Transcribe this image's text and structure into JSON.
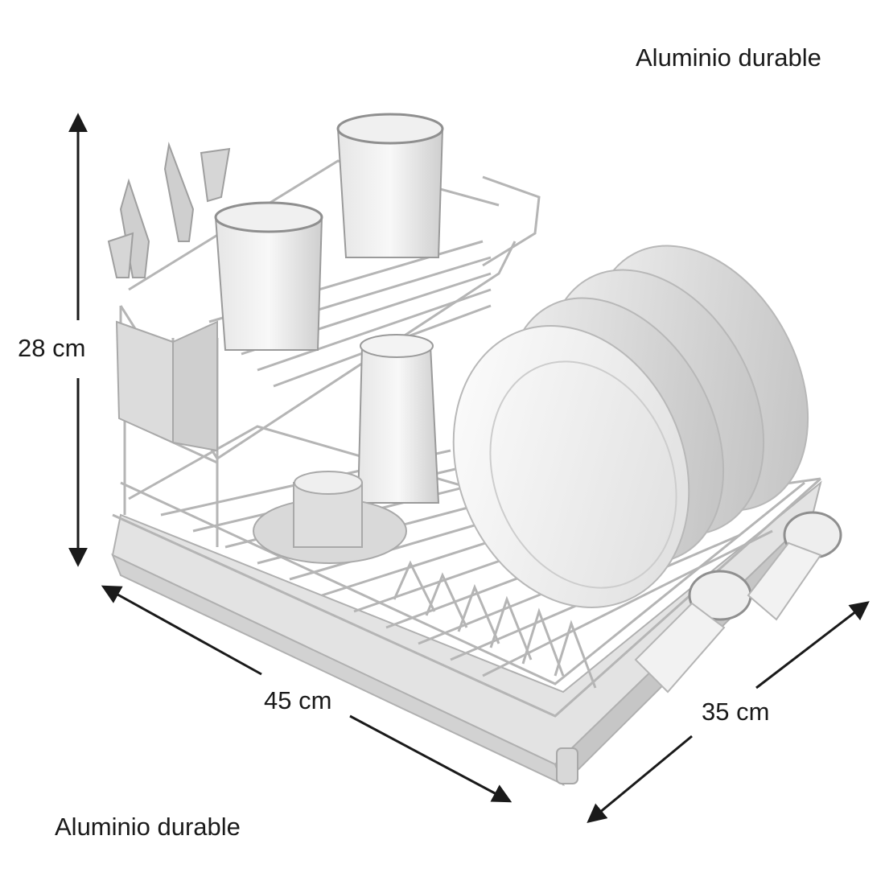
{
  "captions": {
    "top": "Aluminio durable",
    "bottom": "Aluminio durable"
  },
  "dimensions": {
    "height": "28 cm",
    "width": "45 cm",
    "depth": "35 cm"
  },
  "colors": {
    "background": "#ffffff",
    "arrow": "#1a1a1a",
    "metal": "#c9c9c9",
    "plate": "#e9e9e9"
  }
}
